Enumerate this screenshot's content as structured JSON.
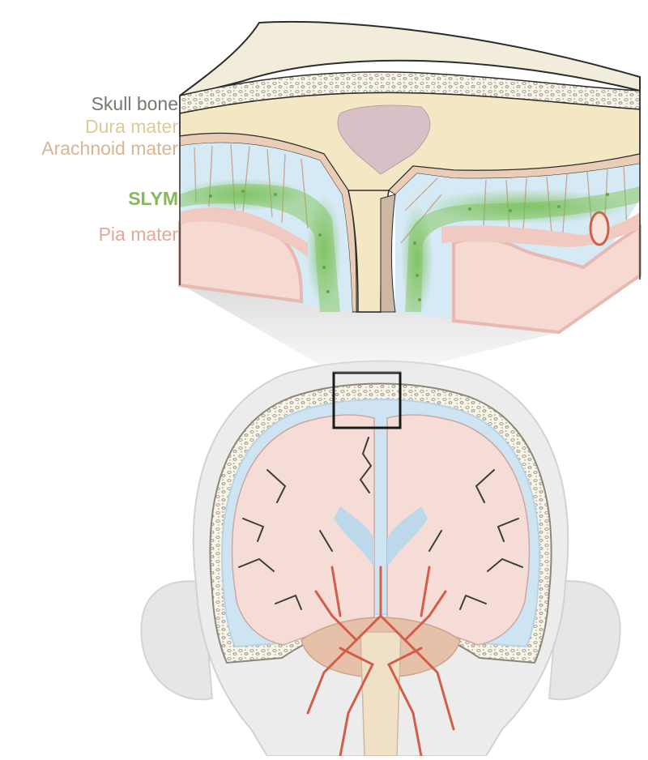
{
  "labels": {
    "skull_bone": {
      "text": "Skull bone",
      "color": "#7c766c"
    },
    "dura_mater": {
      "text": "Dura mater",
      "color": "#dccb96"
    },
    "arachnoid_mater": {
      "text": "Arachnoid mater",
      "color": "#d9b495"
    },
    "slym": {
      "text": "SLYM",
      "color": "#86b85c"
    },
    "pia_mater": {
      "text": "Pia mater",
      "color": "#e3a79b"
    }
  },
  "colors": {
    "skull": "#f2ecda",
    "bone_stipple": "#d6d0c2",
    "dura": "#f4e8c4",
    "arachnoid": "#eacdb6",
    "csf": "#d6eaf6",
    "slym": "#7cc24e",
    "pia": "#f2d0c6",
    "brain": "#f6d9d3",
    "vessel": "#d25e4a",
    "head": "#e9e9e9",
    "outline": "#3a3a3a"
  }
}
